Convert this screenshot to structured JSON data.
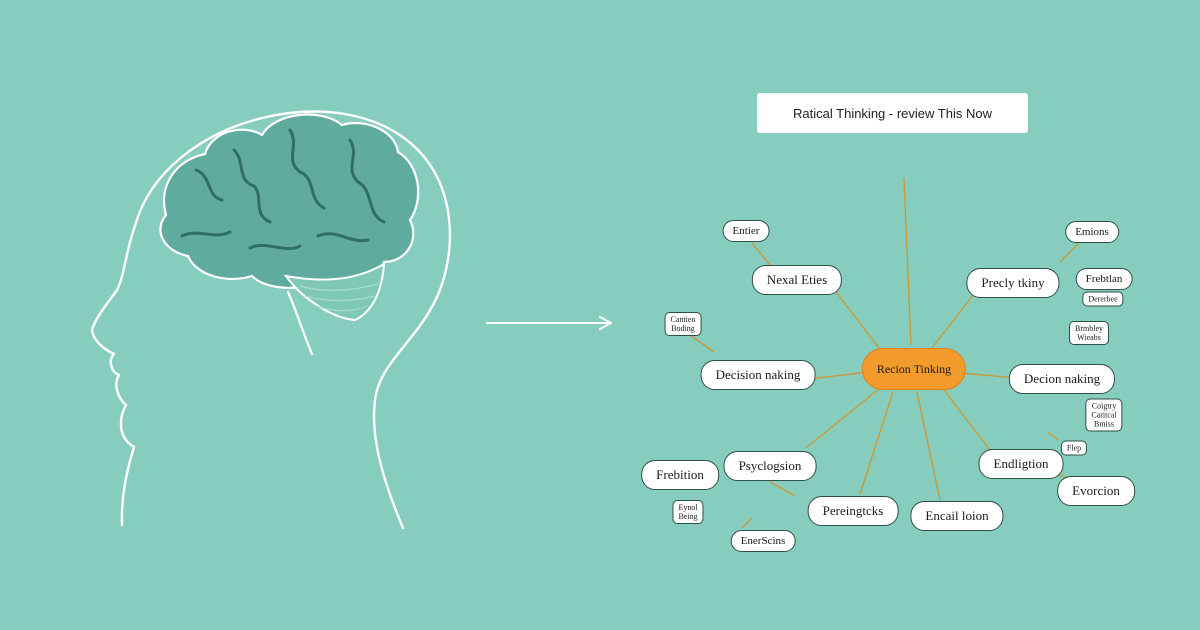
{
  "colors": {
    "background": "#86cdbd",
    "center_node": "#f39a2c",
    "connector": "#c99a3c",
    "outline": "#ffffff",
    "brain_fill": "#5fab9d",
    "brain_stroke": "#2f6f66"
  },
  "icons": [
    "head-outline-icon",
    "brain-icon",
    "arrow-right-icon"
  ],
  "diagram": {
    "title": "Ratical Thinking - review This Now",
    "center": {
      "label": "Recion Tinking"
    },
    "nodes": [
      {
        "id": "n1",
        "label": "Entier",
        "size": "mid"
      },
      {
        "id": "n2",
        "label": "Nexal Eties",
        "size": "big"
      },
      {
        "id": "n3",
        "label": "Cantien\nBoding",
        "size": "small"
      },
      {
        "id": "n4",
        "label": "Decision naking",
        "size": "big"
      },
      {
        "id": "n5",
        "label": "Frebition",
        "size": "big"
      },
      {
        "id": "n6",
        "label": "Psyclogsion",
        "size": "big"
      },
      {
        "id": "n7",
        "label": "Eynol\nBeing",
        "size": "small"
      },
      {
        "id": "n8",
        "label": "EnerScins",
        "size": "mid"
      },
      {
        "id": "n9",
        "label": "Pereingtcks",
        "size": "big"
      },
      {
        "id": "n10",
        "label": "Encail loion",
        "size": "big"
      },
      {
        "id": "n11",
        "label": "Endligtion",
        "size": "big"
      },
      {
        "id": "n12",
        "label": "Evorcion",
        "size": "big"
      },
      {
        "id": "n13",
        "label": "Flep",
        "size": "small"
      },
      {
        "id": "n14",
        "label": "Coigtry\nCaritcal\nBmiss",
        "size": "small"
      },
      {
        "id": "n15",
        "label": "Decion naking",
        "size": "big"
      },
      {
        "id": "n16",
        "label": "Brmbley\nWieabs",
        "size": "small"
      },
      {
        "id": "n17",
        "label": "Precly tkiny",
        "size": "big"
      },
      {
        "id": "n18",
        "label": "Frebtlan",
        "size": "mid"
      },
      {
        "id": "n19",
        "label": "Dererbee",
        "size": "small"
      },
      {
        "id": "n20",
        "label": "Emions",
        "size": "mid"
      }
    ]
  }
}
